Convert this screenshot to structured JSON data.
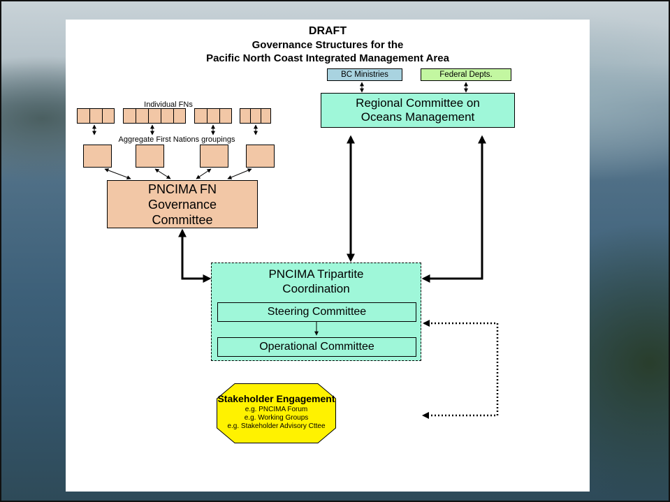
{
  "title": {
    "line1": "DRAFT",
    "line2": "Governance Structures for the",
    "line3": "Pacific North Coast Integrated Management Area"
  },
  "top_right": {
    "bc_ministries": "BC Ministries",
    "federal_depts": "Federal Depts.",
    "regional_line1": "Regional Committee on",
    "regional_line2": "Oceans Management"
  },
  "first_nations": {
    "individual_label": "Individual FNs",
    "aggregate_label": "Aggregate First Nations groupings",
    "governance_line1": "PNCIMA FN",
    "governance_line2": "Governance",
    "governance_line3": "Committee"
  },
  "tripartite": {
    "line1": "PNCIMA Tripartite",
    "line2": "Coordination",
    "steering": "Steering Committee",
    "operational": "Operational Committee"
  },
  "stakeholder": {
    "heading": "Stakeholder Engagement",
    "items": [
      "e.g. PNCIMA Forum",
      "e.g. Working Groups",
      "e.g. Stakeholder Advisory Cttee"
    ]
  },
  "colors": {
    "fn_fill": "#f2c7a6",
    "ministries_fill": "#a9d3e0",
    "federal_fill": "#c3f7a1",
    "regional_fill": "#9ff7d9",
    "tripartite_fill": "#9ff7d9",
    "stakeholder_fill": "#fff200"
  }
}
